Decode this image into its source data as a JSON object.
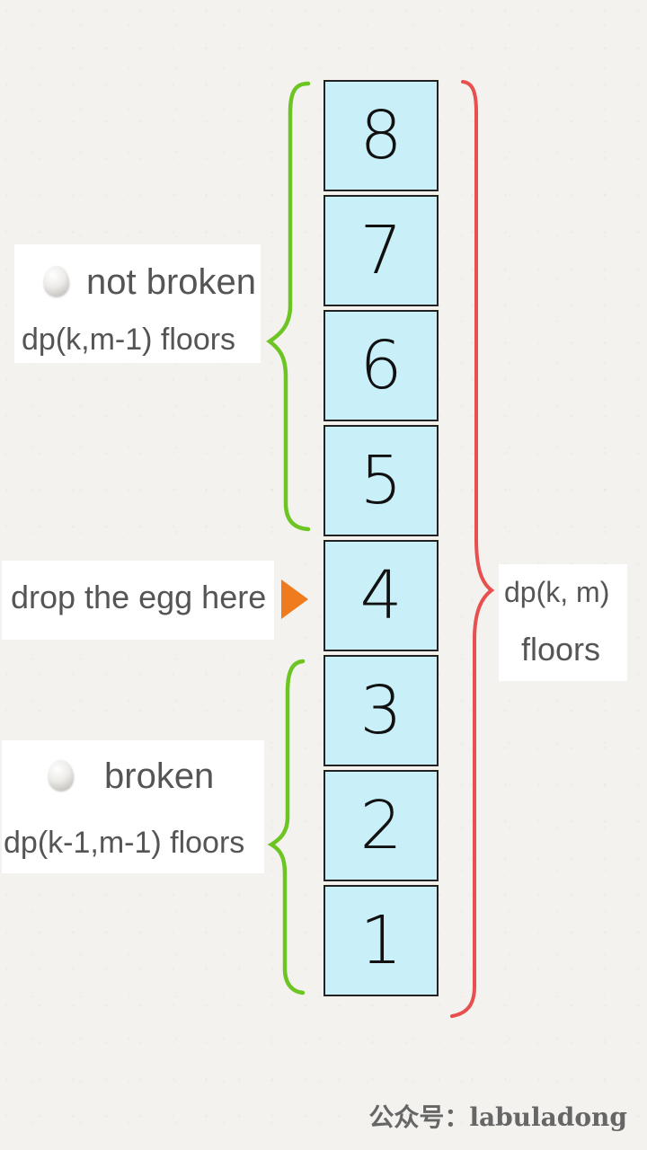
{
  "floors": [
    "8",
    "7",
    "6",
    "5",
    "4",
    "3",
    "2",
    "1"
  ],
  "labels": {
    "upper_title": "not broken",
    "upper_floors": "dp(k,m-1) floors",
    "drop_point": "drop the egg here",
    "lower_title": "broken",
    "lower_floors": "dp(k-1,m-1) floors",
    "total_line1": "dp(k, m)",
    "total_line2": "floors"
  },
  "watermark": "公众号：labuladong",
  "colors": {
    "floor_fill": "#c9eff8",
    "green_brace": "#6dc523",
    "red_brace": "#e8504f",
    "arrow": "#f07a1e",
    "text": "#555555"
  },
  "icons": {
    "egg": "egg-icon",
    "arrow": "orange-triangle-arrow-icon"
  }
}
